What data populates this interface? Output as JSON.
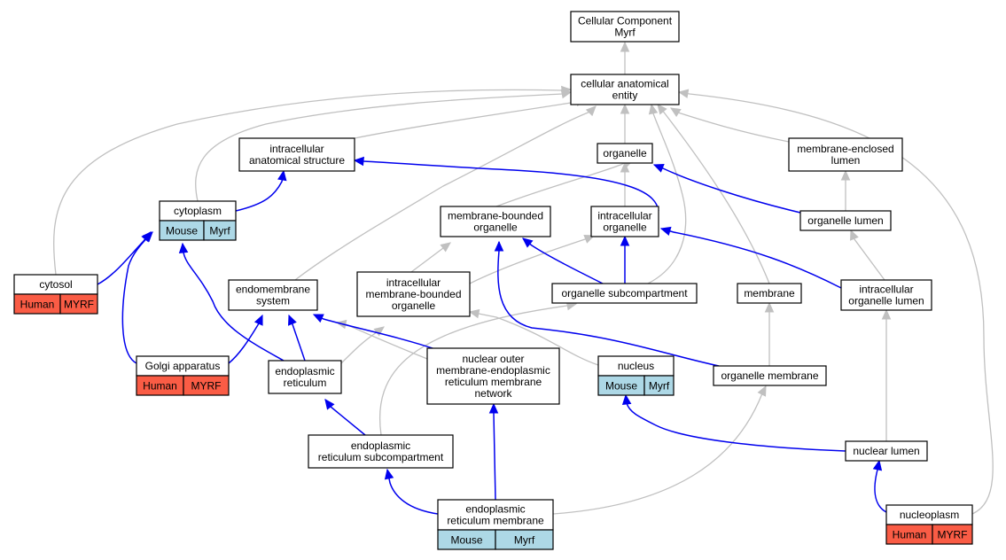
{
  "graph": {
    "colors": {
      "is_a": "#c0c0c0",
      "part_of": "#0000ee",
      "mouse": "#add8e6",
      "human": "#fa5c45"
    },
    "nodes": {
      "root": {
        "lines": [
          "Cellular Component",
          "Myrf"
        ]
      },
      "cae": {
        "lines": [
          "cellular anatomical",
          "entity"
        ]
      },
      "ias": {
        "lines": [
          "intracellular",
          "anatomical structure"
        ]
      },
      "organelle": {
        "lines": [
          "organelle"
        ]
      },
      "mel": {
        "lines": [
          "membrane-enclosed",
          "lumen"
        ]
      },
      "cytoplasm": {
        "lines": [
          "cytoplasm"
        ],
        "cells": [
          "Mouse",
          "Myrf"
        ]
      },
      "mbo": {
        "lines": [
          "membrane-bounded",
          "organelle"
        ]
      },
      "io": {
        "lines": [
          "intracellular",
          "organelle"
        ]
      },
      "ol": {
        "lines": [
          "organelle lumen"
        ]
      },
      "cytosol": {
        "lines": [
          "cytosol"
        ],
        "cells": [
          "Human",
          "MYRF"
        ]
      },
      "ems": {
        "lines": [
          "endomembrane",
          "system"
        ]
      },
      "imbo": {
        "lines": [
          "intracellular",
          "membrane-bounded",
          "organelle"
        ]
      },
      "osub": {
        "lines": [
          "organelle subcompartment"
        ]
      },
      "membrane": {
        "lines": [
          "membrane"
        ]
      },
      "iol": {
        "lines": [
          "intracellular",
          "organelle lumen"
        ]
      },
      "golgi": {
        "lines": [
          "Golgi apparatus"
        ],
        "cells": [
          "Human",
          "MYRF"
        ]
      },
      "er": {
        "lines": [
          "endoplasmic",
          "reticulum"
        ]
      },
      "nome": {
        "lines": [
          "nuclear outer",
          "membrane-endoplasmic",
          "reticulum membrane",
          "network"
        ]
      },
      "nucleus": {
        "lines": [
          "nucleus"
        ],
        "cells": [
          "Mouse",
          "Myrf"
        ]
      },
      "om": {
        "lines": [
          "organelle membrane"
        ]
      },
      "ersub": {
        "lines": [
          "endoplasmic",
          "reticulum subcompartment"
        ]
      },
      "nl": {
        "lines": [
          "nuclear lumen"
        ]
      },
      "erm": {
        "lines": [
          "endoplasmic",
          "reticulum membrane"
        ],
        "cells": [
          "Mouse",
          "Myrf"
        ]
      },
      "np": {
        "lines": [
          "nucleoplasm"
        ],
        "cells": [
          "Human",
          "MYRF"
        ]
      }
    }
  }
}
